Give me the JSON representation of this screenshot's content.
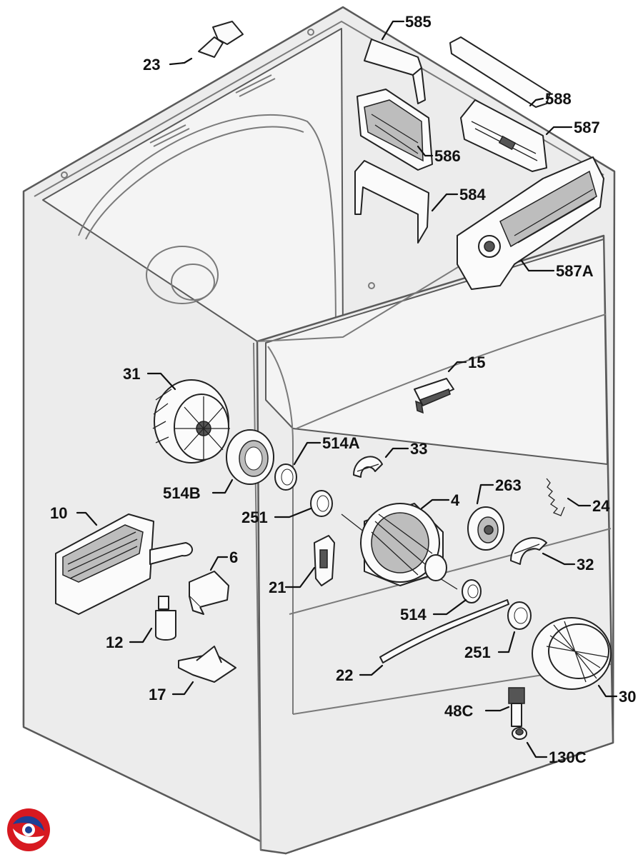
{
  "callouts": {
    "p23": "23",
    "p585": "585",
    "p588": "588",
    "p587": "587",
    "p586": "586",
    "p584": "584",
    "p587A": "587A",
    "p15": "15",
    "p31": "31",
    "p514A": "514A",
    "p33": "33",
    "p514B": "514B",
    "p263": "263",
    "p4": "4",
    "p24": "24",
    "p251a": "251",
    "p10": "10",
    "p6": "6",
    "p21": "21",
    "p32": "32",
    "p514": "514",
    "p12": "12",
    "p251b": "251",
    "p22": "22",
    "p30": "30",
    "p17": "17",
    "p48C": "48C",
    "p130C": "130C"
  },
  "logo": {
    "name": "brand-logo",
    "colors": [
      "#d71920",
      "#1d3f95"
    ]
  }
}
